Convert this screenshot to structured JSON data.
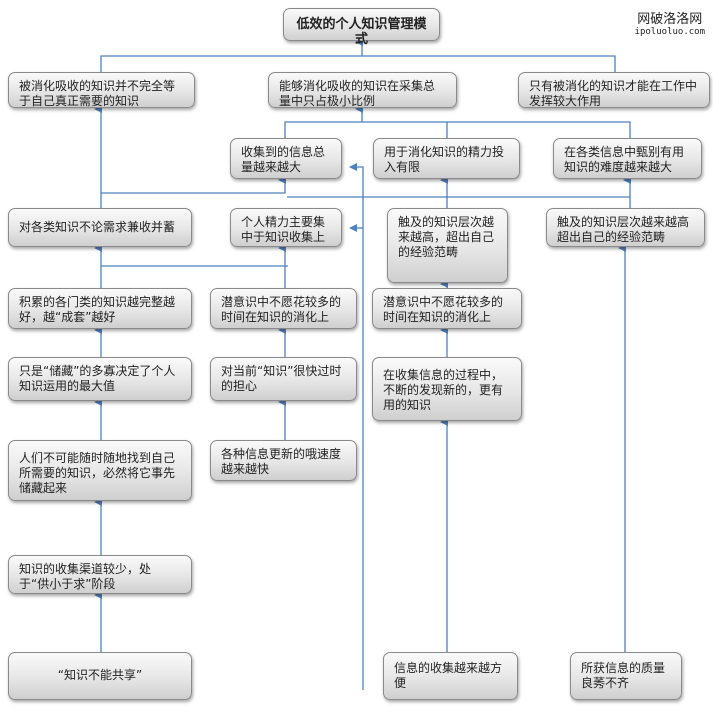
{
  "title": "低效的个人知识管理模式",
  "watermark": {
    "name": "网破洛洛网",
    "url": "ipoluoluo.com"
  },
  "nodes": {
    "a1": "被消化吸收的知识并不完全等于自己真正需要的知识",
    "a2": "能够消化吸收的知识在采集总量中只占极小比例",
    "a3": "只有被消化的知识才能在工作中发挥较大作用",
    "b1": "收集到的信息总量越来越大",
    "b2": "用于消化知识的精力投入有限",
    "b3": "在各类信息中甄别有用知识的难度越来越大",
    "c1": "对各类知识不论需求兼收并蓄",
    "c2": "个人精力主要集中于知识收集上",
    "c3": "触及的知识层次越来越高，超出自己的经验范畴",
    "c4": "触及的知识层次越来越高超出自己的经验范畴",
    "d1": "积累的各门类的知识越完整越好，越“成套”越好",
    "d2": "潜意识中不愿花较多的时间在知识的消化上",
    "d3": "潜意识中不愿花较多的时间在知识的消化上",
    "e1": "只是“储藏”的多寡决定了个人知识运用的最大值",
    "e2": "对当前“知识”很快过时的担心",
    "e3": "在收集信息的过程中，不断的发现新的，更有用的知识",
    "f1": "人们不可能随时随地找到自己所需要的知识，必然将它事先储藏起来",
    "f2": "各种信息更新的哦速度越来越快",
    "g1": "知识的收集渠道较少，处于“供小于求”阶段",
    "h1": "“知识不能共享”",
    "h2": "信息的收集越来越方便",
    "h3": "所获信息的质量良莠不齐"
  },
  "colors": {
    "connector": "#4f81bd"
  }
}
